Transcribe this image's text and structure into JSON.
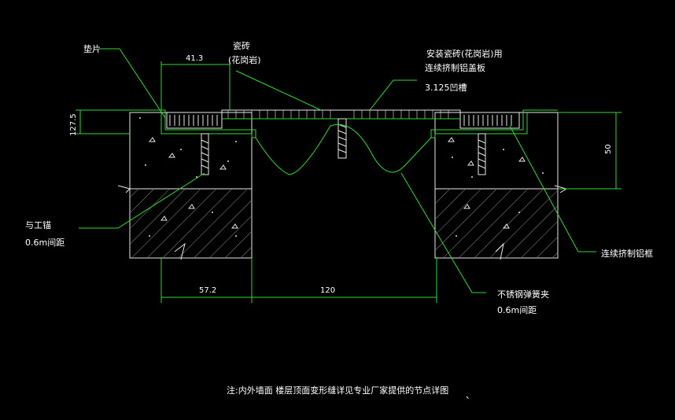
{
  "colors": {
    "background": "#000000",
    "structure": "#2fdc2f",
    "detail": "#e8e8e8",
    "text": "#ffffff"
  },
  "labels": {
    "gasket": "垫片",
    "tile_line1": "瓷砖",
    "tile_line2": "(花岗岩)",
    "cover_line1": "安装瓷砖(花岗岩)用",
    "cover_line2": "连续挤制铝盖板",
    "cover_line3": "3.125凹槽",
    "anchor_line1": "与工锚",
    "anchor_line2": "0.6m间距",
    "frame": "连续挤制铝框",
    "spring_line1": "不锈钢弹簧夹",
    "spring_line2": "0.6m间距"
  },
  "dimensions": {
    "top_width": "41.3",
    "left_height": "127.5",
    "right_height": "50",
    "bottom_left": "57.2",
    "bottom_gap": "120"
  },
  "note": "注:内外墙面 楼层顶面变形缝详见专业厂家提供的节点详图",
  "note_mark": "、"
}
